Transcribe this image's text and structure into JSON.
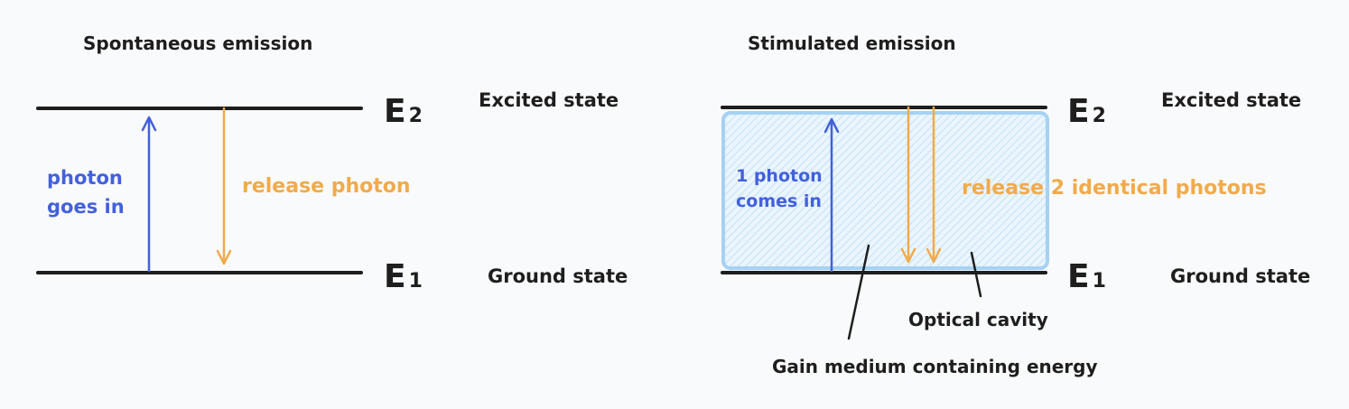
{
  "spontaneous": {
    "title": "Spontaneous emission",
    "e2_letter": "E",
    "e2_sub": "2",
    "e1_letter": "E",
    "e1_sub": "1",
    "excited_state": "Excited state",
    "ground_state": "Ground state",
    "in_label": [
      "photon",
      "goes in"
    ],
    "out_label": "release photon"
  },
  "stimulated": {
    "title": "Stimulated emission",
    "e2_letter": "E",
    "e2_sub": "2",
    "e1_letter": "E",
    "e1_sub": "1",
    "excited_state": "Excited state",
    "ground_state": "Ground state",
    "in_label": [
      "1 photon",
      "comes in"
    ],
    "out_label": "release 2 identical photons",
    "cavity_label": "Optical cavity",
    "medium_label": "Gain medium containing energy"
  },
  "colors": {
    "line": "#1e1e1e",
    "blue": "#4360dc",
    "orange": "#f0ab4c",
    "cavity_stroke": "#a5d2f2",
    "cavity_fill": "#d4ecfb"
  }
}
